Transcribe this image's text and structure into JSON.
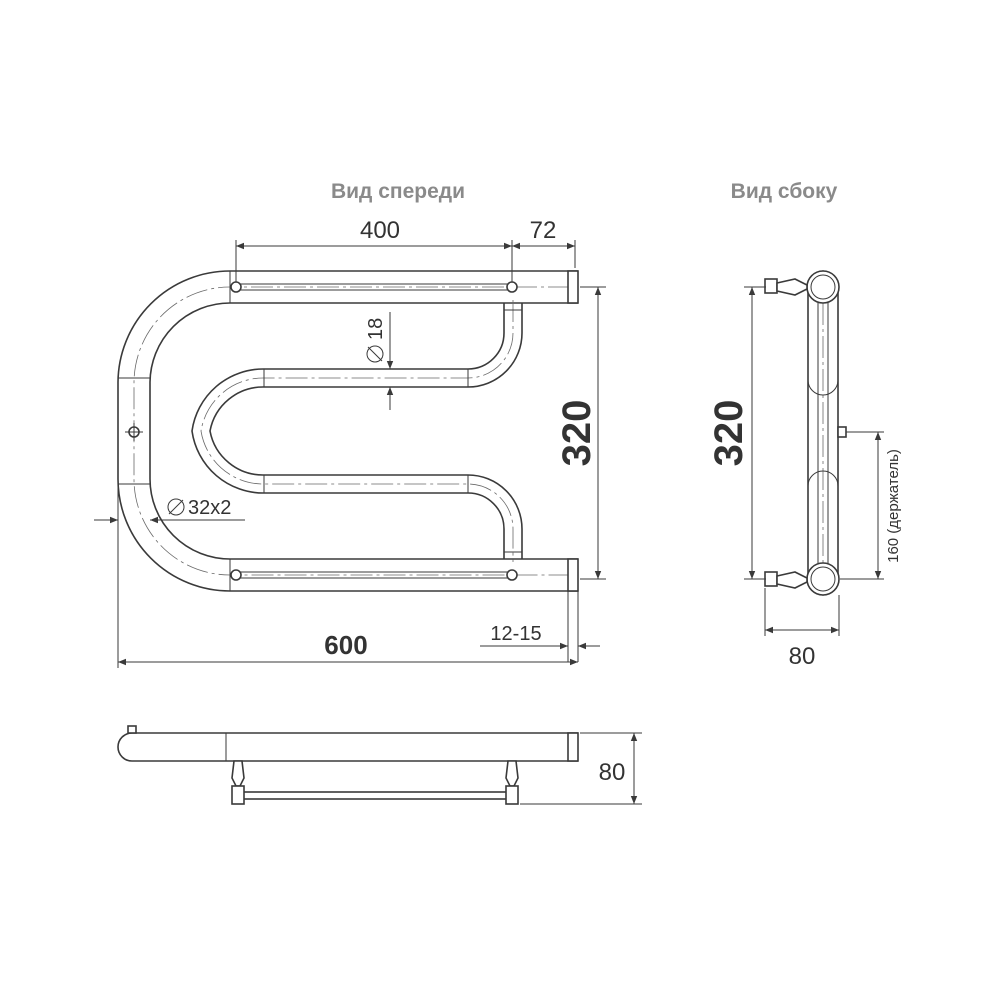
{
  "front_view": {
    "title": "Вид спереди",
    "dim_width_inner": "400",
    "dim_offset": "72",
    "dim_pipe_small": "18",
    "dim_height": "320",
    "dim_pipe_large": "32x2",
    "dim_total_width": "600",
    "dim_wall_gap": "12-15"
  },
  "side_view": {
    "title": "Вид сбоку",
    "dim_height": "320",
    "dim_holder": "160 (держатель)",
    "dim_depth": "80"
  },
  "top_view": {
    "dim_depth": "80"
  }
}
